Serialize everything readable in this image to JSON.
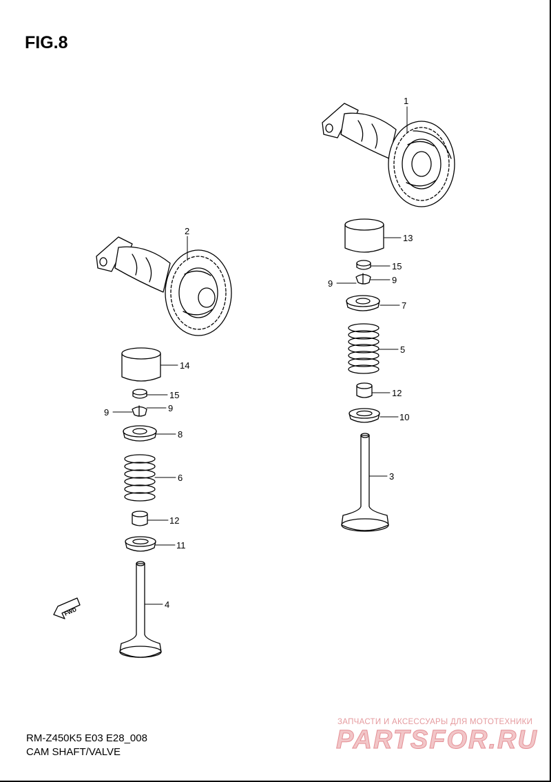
{
  "figure": {
    "title": "FIG.8"
  },
  "footer": {
    "model_code": "RM-Z450K5 E03 E28_008",
    "part_name": "CAM SHAFT/VALVE"
  },
  "watermark": {
    "subtitle": "ЗАПЧАСТИ И АКСЕССУАРЫ ДЛЯ МОТОТЕХНИКИ",
    "logo": "PARTSFOR.RU"
  },
  "direction_badge": {
    "text": "FWD"
  },
  "callouts": {
    "c1": "1",
    "c2": "2",
    "c3": "3",
    "c4": "4",
    "c5": "5",
    "c6": "6",
    "c7": "7",
    "c8": "8",
    "c9a": "9",
    "c9b": "9",
    "c9c": "9",
    "c9d": "9",
    "c10": "10",
    "c11": "11",
    "c12a": "12",
    "c12b": "12",
    "c13": "13",
    "c14": "14",
    "c15a": "15",
    "c15b": "15"
  }
}
